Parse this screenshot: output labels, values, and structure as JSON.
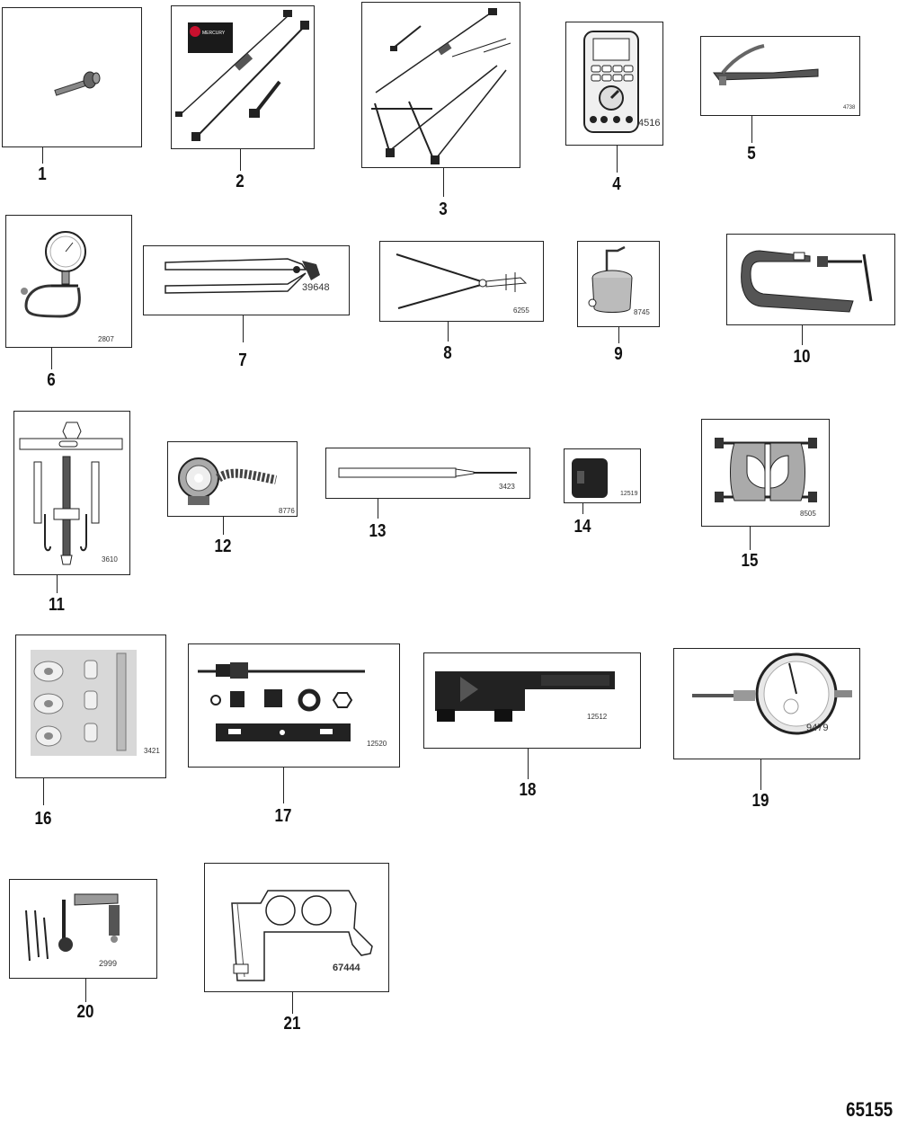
{
  "tools": [
    {
      "callout": "1"
    },
    {
      "callout": "2"
    },
    {
      "callout": "3"
    },
    {
      "callout": "4",
      "code": "4516"
    },
    {
      "callout": "5",
      "code": "4738"
    },
    {
      "callout": "6",
      "code": "2807"
    },
    {
      "callout": "7",
      "code": "39648"
    },
    {
      "callout": "8",
      "code": "6255"
    },
    {
      "callout": "9",
      "code": "8745"
    },
    {
      "callout": "10"
    },
    {
      "callout": "11",
      "code": "3610"
    },
    {
      "callout": "12",
      "code": "8776"
    },
    {
      "callout": "13",
      "code": "3423"
    },
    {
      "callout": "14",
      "code": "12519"
    },
    {
      "callout": "15",
      "code": "8505"
    },
    {
      "callout": "16",
      "code": "3421"
    },
    {
      "callout": "17",
      "code": "12520"
    },
    {
      "callout": "18",
      "code": "12512"
    },
    {
      "callout": "19",
      "code": "9479"
    },
    {
      "callout": "20",
      "code": "2999"
    },
    {
      "callout": "21",
      "code": "67444"
    }
  ],
  "figure_id": "65155",
  "logo_text": "MERCURY"
}
